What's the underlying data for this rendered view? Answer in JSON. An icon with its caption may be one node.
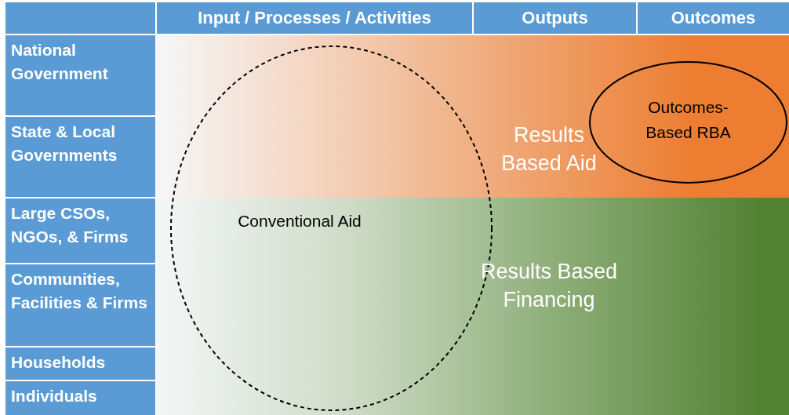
{
  "diagram": {
    "nodes": [
      {
        "text": [],
        "shape": "box"
      },
      {
        "text": [
          "Input / Processes / Activities"
        ]
      },
      {
        "text": [
          "Outputs"
        ]
      },
      {
        "text": [
          "Outcomes"
        ]
      },
      {
        "text": [
          "National Government"
        ]
      },
      {
        "text": [
          "State & Local Governments"
        ]
      },
      {
        "text": [
          "Large CSOs, NGOs, & Firms"
        ]
      },
      {
        "text": [
          "Communities, Facilities & Firms"
        ]
      },
      {
        "text": [
          "Households"
        ]
      },
      {
        "text": [
          "Individuals"
        ]
      },
      {
        "text": [
          "Results Based Aid"
        ]
      },
      {
        "text": [
          "Outcomes-Based RBA"
        ],
        "in": 10
      },
      {
        "text": [
          "Conventional Aid"
        ]
      },
      {
        "text": [
          "Results Based Financing"
        ]
      }
    ],
    "edges": []
  }
}
